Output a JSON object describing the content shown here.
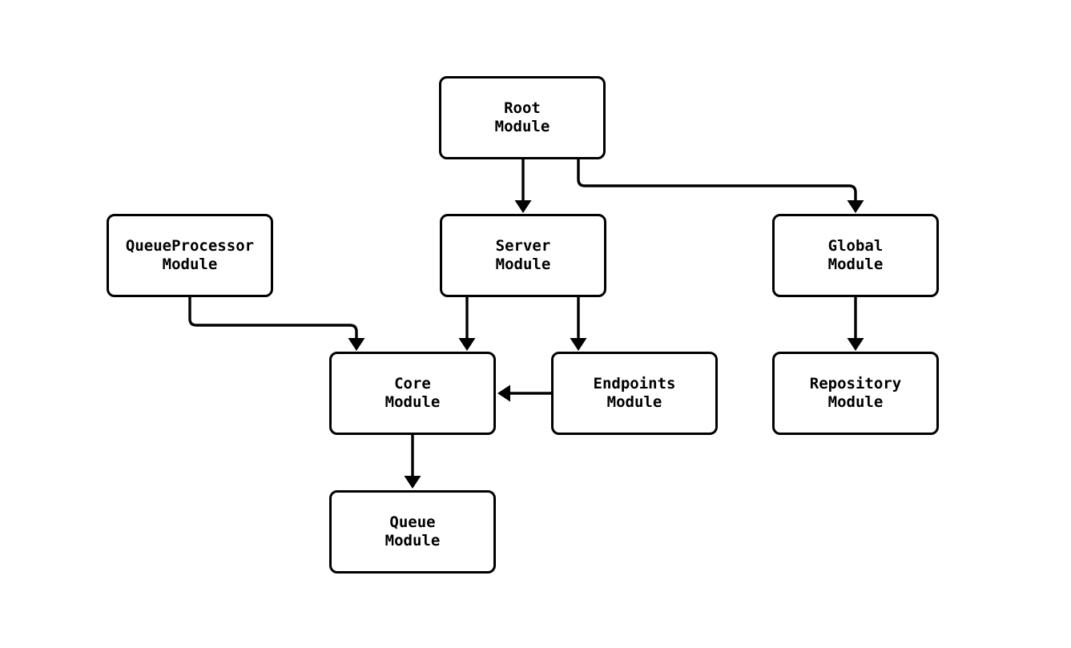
{
  "diagram": {
    "type": "module-dependency-flowchart",
    "background_color": "#ffffff",
    "node_fill_color": "#ffffff",
    "node_border_color": "#000000",
    "edge_color": "#000000",
    "text_color": "#000000",
    "nodes": {
      "root": {
        "label": "Root\nModule"
      },
      "queueprocessor": {
        "label": "QueueProcessor\nModule"
      },
      "server": {
        "label": "Server\nModule"
      },
      "global": {
        "label": "Global\nModule"
      },
      "core": {
        "label": "Core\nModule"
      },
      "endpoints": {
        "label": "Endpoints\nModule"
      },
      "repository": {
        "label": "Repository\nModule"
      },
      "queue": {
        "label": "Queue\nModule"
      }
    },
    "edges": [
      {
        "from": "root",
        "to": "server"
      },
      {
        "from": "root",
        "to": "global"
      },
      {
        "from": "queueprocessor",
        "to": "core"
      },
      {
        "from": "server",
        "to": "core"
      },
      {
        "from": "server",
        "to": "endpoints"
      },
      {
        "from": "endpoints",
        "to": "core"
      },
      {
        "from": "global",
        "to": "repository"
      },
      {
        "from": "core",
        "to": "queue"
      }
    ]
  }
}
